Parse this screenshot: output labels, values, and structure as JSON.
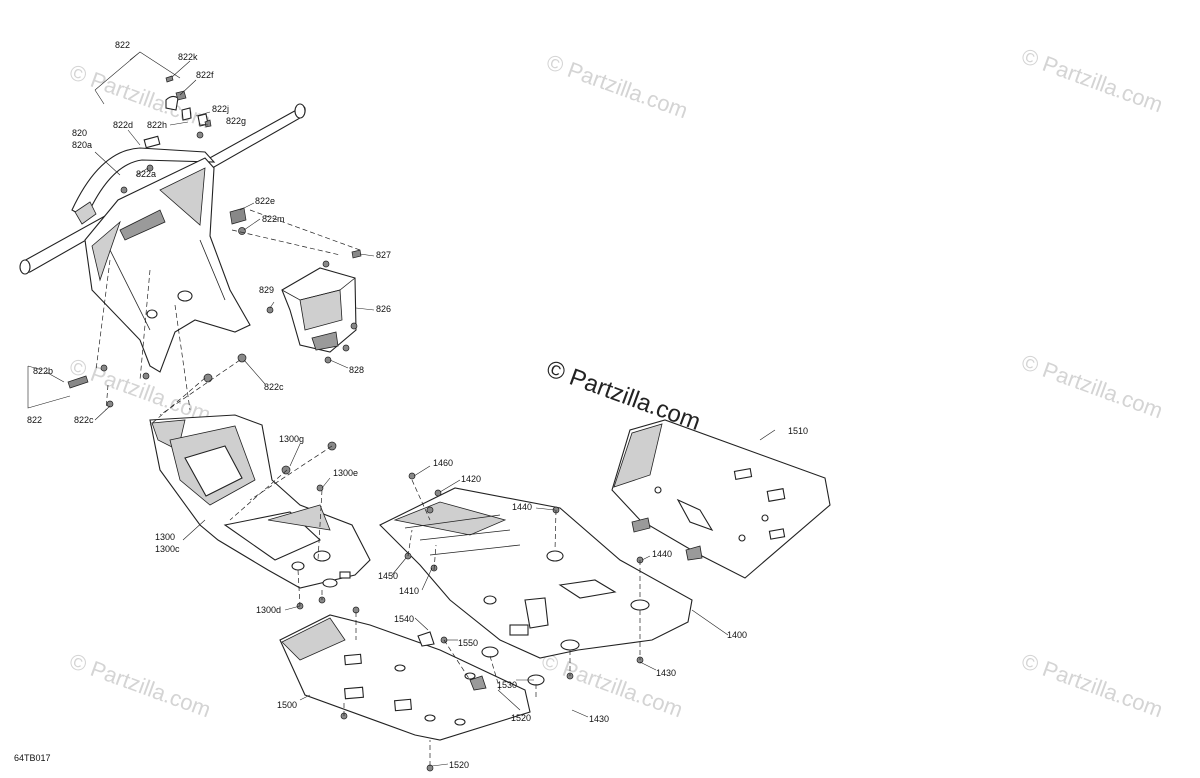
{
  "diagram_code": "64TB017",
  "watermarks": {
    "small": "© Partzilla.com",
    "center": "© Partzilla.com"
  },
  "labels": {
    "p822_top": "822",
    "p822k": "822k",
    "p822f": "822f",
    "p822j": "822j",
    "p822d": "822d",
    "p822h": "822h",
    "p822g": "822g",
    "p820": "820",
    "p820a": "820a",
    "p822a": "822a",
    "p822e": "822e",
    "p822m": "822m",
    "p827": "827",
    "p829": "829",
    "p826": "826",
    "p828": "828",
    "p822b": "822b",
    "p822c_left": "822c",
    "p822_left": "822",
    "p822c": "822c",
    "p1300g": "1300g",
    "p1300e": "1300e",
    "p1300": "1300",
    "p1300c": "1300c",
    "p1300d": "1300d",
    "p1460": "1460",
    "p1420": "1420",
    "p1440_a": "1440",
    "p1440_b": "1440",
    "p1450": "1450",
    "p1410": "1410",
    "p1510": "1510",
    "p1400": "1400",
    "p1540": "1540",
    "p1550": "1550",
    "p1430_a": "1430",
    "p1430_b": "1430",
    "p1530": "1530",
    "p1520_a": "1520",
    "p1520_b": "1520",
    "p1500": "1500"
  }
}
